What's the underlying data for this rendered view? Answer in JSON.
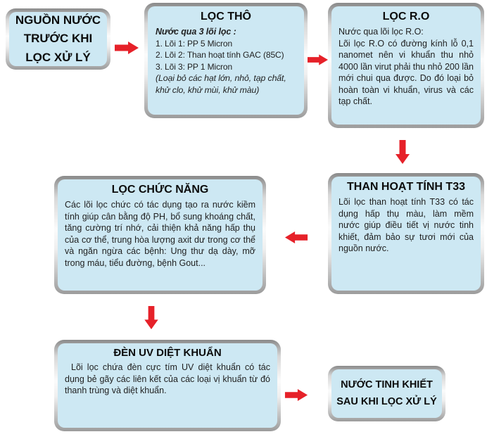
{
  "diagram": {
    "box_fill": "#cde8f3",
    "arrow_color": "#e62129",
    "nodes": {
      "source": {
        "line1": "NGUỒN NƯỚC",
        "line2": "TRƯỚC KHI",
        "line3": "LỌC XỬ LÝ"
      },
      "coarse": {
        "title": "LỌC THÔ",
        "intro": "Nước qua 3 lõi lọc :",
        "items": [
          "1. Lõi 1: PP 5 Micron",
          "2. Lõi 2: Than hoạt tính GAC (85C)",
          "3. Lõi 3: PP 1 Micron"
        ],
        "note": "(Loại bỏ các hạt lớn, nhỏ, tạp chất, khử clo, khử mùi, khử màu)"
      },
      "ro": {
        "title": "LỌC R.O",
        "line1": "Nước qua lõi lọc R.O:",
        "body": "Lõi lọc R.O có đường kính lỗ 0,1 nanomet nên vi khuẩn thu nhỏ 4000 lần virut phải thu nhỏ 200 lần mới chui qua được. Do đó loại bỏ hoàn toàn vi khuẩn, virus và các tạp chất."
      },
      "t33": {
        "title": "THAN HOẠT TÍNH T33",
        "body": "Lõi lọc than hoạt tính T33 có tác dụng hấp thụ màu, làm mềm nước giúp điều tiết vị nước tinh khiết, đảm bảo sự tươi mới của nguồn nước."
      },
      "functional": {
        "title": "LỌC CHỨC NĂNG",
        "body": "Các lõi lọc chức có tác dụng tạo ra nước kiềm tính giúp cân bằng độ PH, bổ sung khoáng chất, tăng cường trí nhớ, cải thiện khả năng hấp thụ của cơ thể, trung hòa lượng axit dư trong cơ thể và ngăn ngừa các bệnh: Ung thư dạ dày, mỡ trong máu, tiểu đường, bệnh Gout..."
      },
      "uv": {
        "title": "ĐÈN UV DIỆT KHUẨN",
        "body": "Lõi lọc chứa đèn cực tím UV diệt khuẩn có tác dụng bẻ gãy các liên kết của các loại vị khuẩn từ đó thanh trùng và diệt khuẩn."
      },
      "pure": {
        "line1": "NƯỚC TINH KHIẾT",
        "line2": "SAU KHI LỌC XỬ LÝ"
      }
    }
  }
}
